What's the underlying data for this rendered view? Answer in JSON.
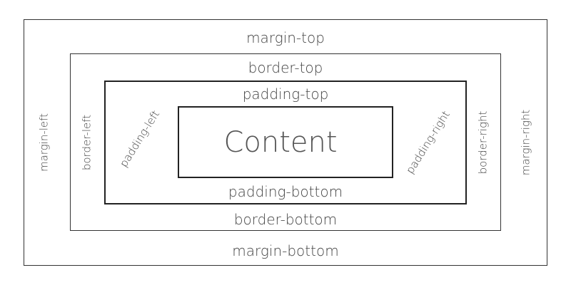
{
  "diagram": {
    "margin": {
      "top": "margin-top",
      "bottom": "margin-bottom",
      "left": "margin-left",
      "right": "margin-right"
    },
    "border": {
      "top": "border-top",
      "bottom": "border-bottom",
      "left": "border-left",
      "right": "border-right"
    },
    "padding": {
      "top": "padding-top",
      "bottom": "padding-bottom",
      "left": "padding-left",
      "right": "padding-right"
    },
    "content": "Content"
  }
}
